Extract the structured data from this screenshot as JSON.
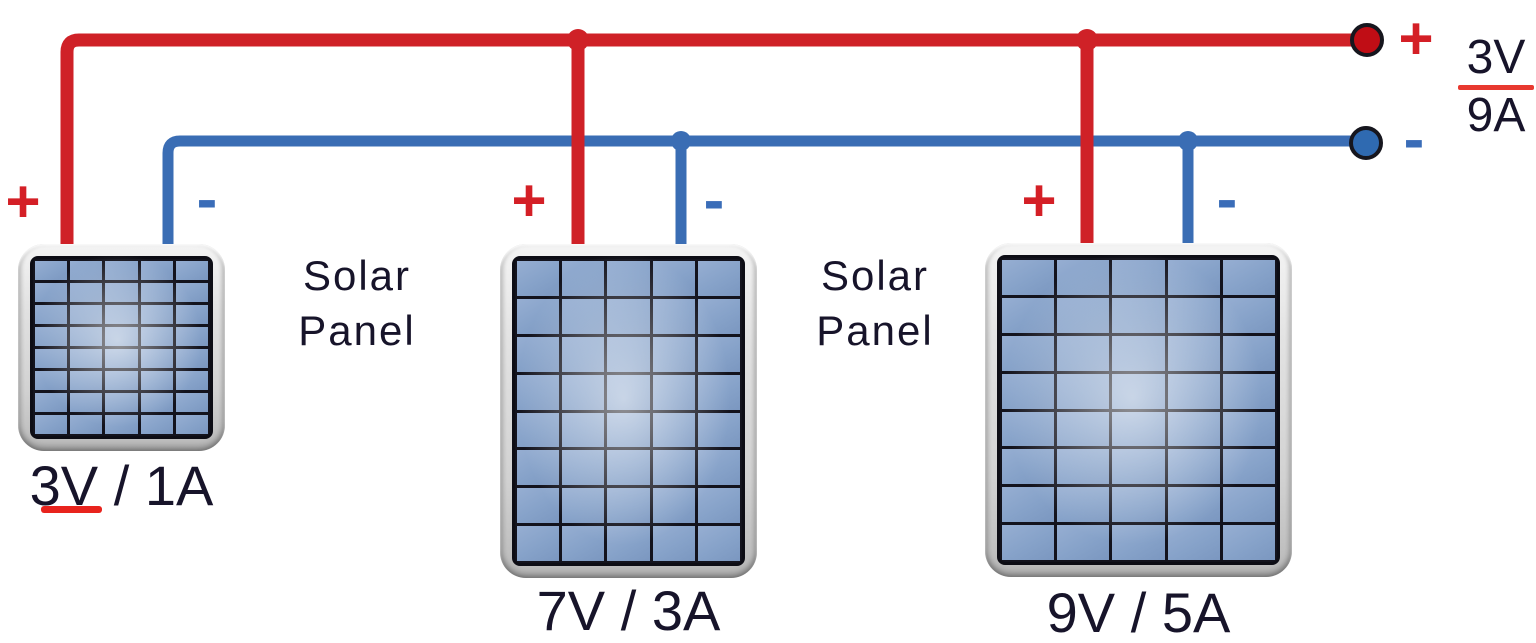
{
  "diagram": {
    "colors": {
      "positive_wire": "#cf2127",
      "negative_wire": "#3a6db4",
      "positive_terminal": "#c00d15",
      "negative_terminal": "#2f6ab1",
      "terminal_ring": "#16161e",
      "label_text": "#17142a",
      "underline_red": "#e8231d"
    },
    "output": {
      "positive_sign": "+",
      "negative_sign": "-",
      "voltage": "3V",
      "current": "9A"
    },
    "captions": [
      {
        "line1": "Solar",
        "line2": "Panel"
      },
      {
        "line1": "Solar",
        "line2": "Panel"
      }
    ],
    "panels": [
      {
        "rating": "3V / 1A",
        "positive_sign": "+",
        "negative_sign": "-"
      },
      {
        "rating": "7V / 3A",
        "positive_sign": "+",
        "negative_sign": "-"
      },
      {
        "rating": "9V / 5A",
        "positive_sign": "+",
        "negative_sign": "-"
      }
    ]
  }
}
